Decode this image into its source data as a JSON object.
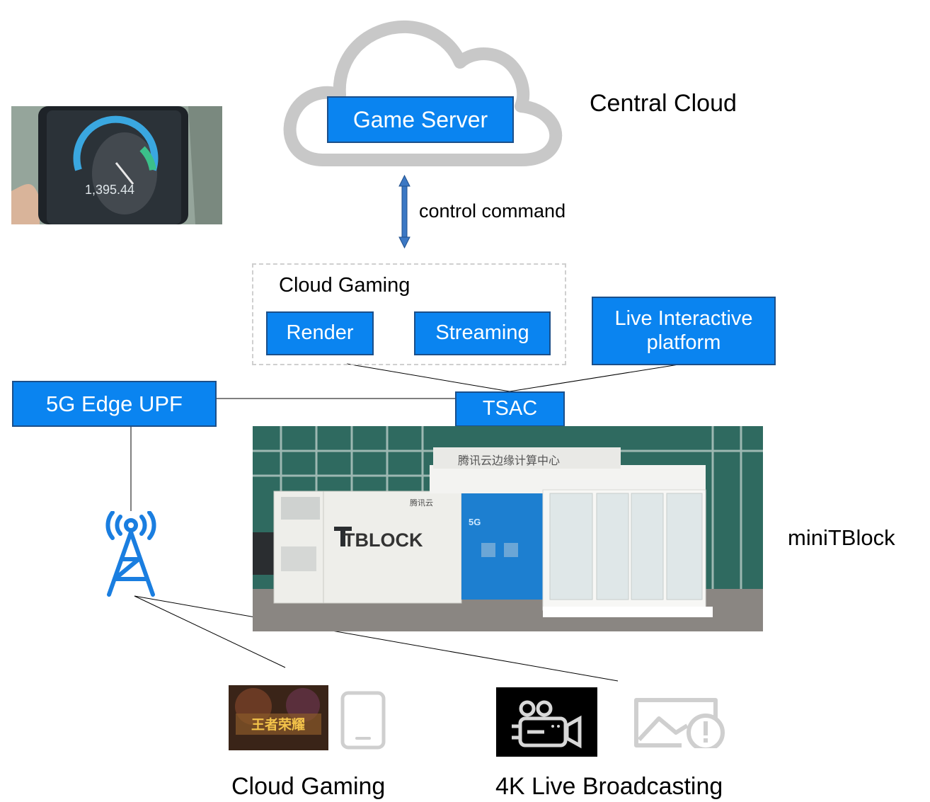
{
  "central_cloud": {
    "server_label": "Game Server",
    "label": "Central Cloud"
  },
  "link": {
    "label": "control command"
  },
  "cloud_gaming_group": {
    "title": "Cloud Gaming",
    "render_label": "Render",
    "streaming_label": "Streaming"
  },
  "live_platform": {
    "label": "Live Interactive platform"
  },
  "tsac": {
    "label": "TSAC"
  },
  "upf": {
    "label": "5G Edge UPF"
  },
  "edge_site": {
    "label": "miniTBlock",
    "building_sign": "腾讯云边缘计算中心",
    "container_text": "TBLOCK",
    "container_logo": "腾讯云",
    "poster_badge": "5G"
  },
  "phone_photo": {
    "speed_reading": "1,395.44"
  },
  "clients": [
    {
      "label": "Cloud Gaming",
      "thumb_text": "王者荣耀"
    },
    {
      "label": "4K Live Broadcasting"
    }
  ],
  "colors": {
    "box_fill": "#0a84f0",
    "box_border": "#1b4f8a",
    "cloud_outline": "#c8c8c8",
    "arrow": "#3b78c4",
    "tower": "#1a7ee0",
    "icon_gray": "#cfcfcf"
  }
}
